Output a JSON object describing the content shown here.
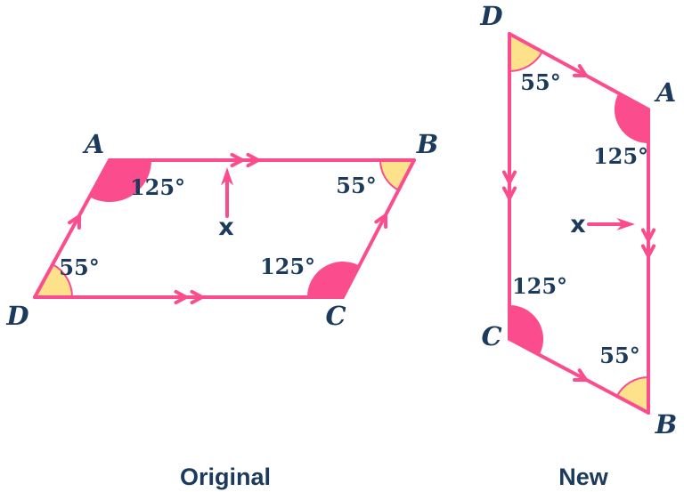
{
  "colors": {
    "pink": "#fb4d8d",
    "yellow": "#fde28b",
    "navy": "#1b3a5c",
    "bg": "#ffffff"
  },
  "original": {
    "caption": "Original",
    "vertices": {
      "a": "A",
      "b": "B",
      "c": "C",
      "d": "D"
    },
    "angles": {
      "a": "125°",
      "b": "55°",
      "c": "125°",
      "d": "55°"
    },
    "point_marker": "x"
  },
  "new": {
    "caption": "New",
    "vertices": {
      "a": "A",
      "b": "B",
      "c": "C",
      "d": "D"
    },
    "angles": {
      "a": "125°",
      "b": "55°",
      "c": "125°",
      "d": "55°"
    },
    "point_marker": "x"
  }
}
